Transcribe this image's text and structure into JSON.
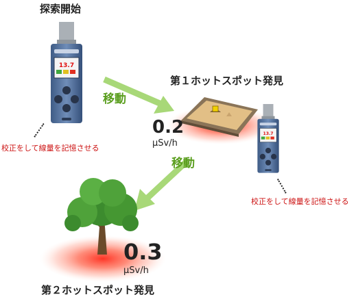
{
  "steps": {
    "start": "探索開始",
    "hotspot1": "第１ホットスポット発見",
    "hotspot2": "第２ホットスポット発見"
  },
  "moves": [
    "移動",
    "移動"
  ],
  "notes": [
    "校正をして線量を記憶させる",
    "校正をして線量を記憶させる"
  ],
  "readings": [
    {
      "value": "0.2",
      "unit": "μSv/h"
    },
    {
      "value": "0.3",
      "unit": "μSv/h"
    }
  ],
  "device": {
    "display_value": "13.7"
  },
  "colors": {
    "arrow": "#a8d878",
    "move_text": "#5a9e1e",
    "note_text": "#cc1111",
    "hotspot": "#ff3a2a"
  }
}
